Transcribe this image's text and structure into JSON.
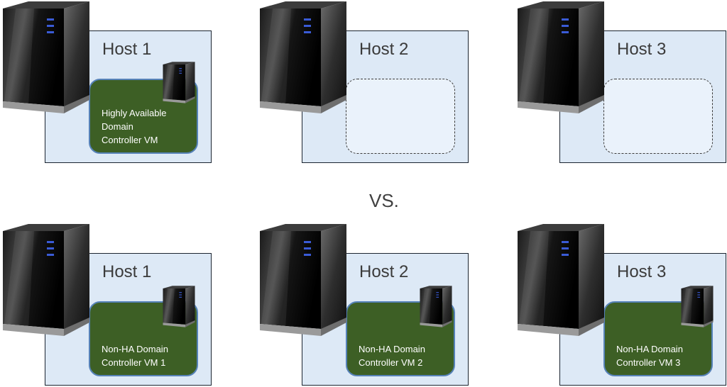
{
  "colors": {
    "host_fill": "#dde9f6",
    "vm_fill": "#3d5f25",
    "vm_border": "#5682b8",
    "led": "#3a5bd6"
  },
  "top_row": [
    {
      "host": "Host 1",
      "vm_lines": [
        "Highly Available",
        "Domain",
        "Controller VM"
      ],
      "has_vm": true
    },
    {
      "host": "Host 2",
      "vm_lines": [],
      "has_vm": false
    },
    {
      "host": "Host 3",
      "vm_lines": [],
      "has_vm": false
    }
  ],
  "separator": "VS.",
  "bottom_row": [
    {
      "host": "Host 1",
      "vm_lines": [
        "Non-HA Domain",
        "Controller VM 1"
      ],
      "has_vm": true
    },
    {
      "host": "Host 2",
      "vm_lines": [
        "Non-HA Domain",
        "Controller VM 2"
      ],
      "has_vm": true
    },
    {
      "host": "Host 3",
      "vm_lines": [
        "Non-HA Domain",
        "Controller VM 3"
      ],
      "has_vm": true
    }
  ]
}
